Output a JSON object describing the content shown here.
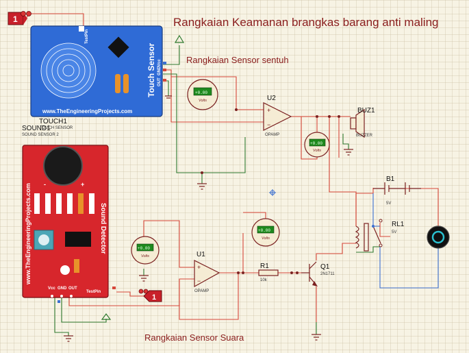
{
  "titles": {
    "main": "Rangkaian Keamanan brangkas barang anti maling",
    "touch_section": "Rangkaian Sensor sentuh",
    "sound_section": "Rangkaian Sensor Suara"
  },
  "touch_module": {
    "ref": "TOUCH1",
    "part": "TOUCH SENSOR",
    "board_title": "Touch Sensor",
    "website": "www.TheEngineeringProjects.com",
    "pins": [
      "OUT",
      "GND",
      "Vcc"
    ],
    "testpin": "TestPin"
  },
  "sound_module": {
    "ref": "SOUND1",
    "part": "SOUND SENSOR 2",
    "board_title": "Sound Detector",
    "website": "www.TheEngineeringProjects.com",
    "pins": [
      "Vcc",
      "GND",
      "OUT"
    ],
    "testpin": "TestPin"
  },
  "voltmeters": [
    {
      "id": "vm1",
      "reading": "+0.00",
      "unit": "Volts"
    },
    {
      "id": "vm2",
      "reading": "+0.00",
      "unit": "Volts"
    },
    {
      "id": "vm3",
      "reading": "+0.00",
      "unit": "Volts"
    },
    {
      "id": "vm4",
      "reading": "+0.00",
      "unit": "Volts"
    }
  ],
  "opamp_u2": {
    "ref": "U2",
    "part": "OPAMP"
  },
  "opamp_u1": {
    "ref": "U1",
    "part": "OPAMP"
  },
  "buzzer": {
    "ref": "BUZ1",
    "part": "BUZZER"
  },
  "battery": {
    "ref": "B1",
    "value": "5V"
  },
  "relay": {
    "ref": "RL1",
    "value": "5V"
  },
  "resistor": {
    "ref": "R1",
    "value": "10k"
  },
  "transistor": {
    "ref": "Q1",
    "part": "2N1711"
  },
  "logic_markers": [
    {
      "id": "m1",
      "value": "1"
    },
    {
      "id": "m2",
      "value": "1"
    }
  ]
}
